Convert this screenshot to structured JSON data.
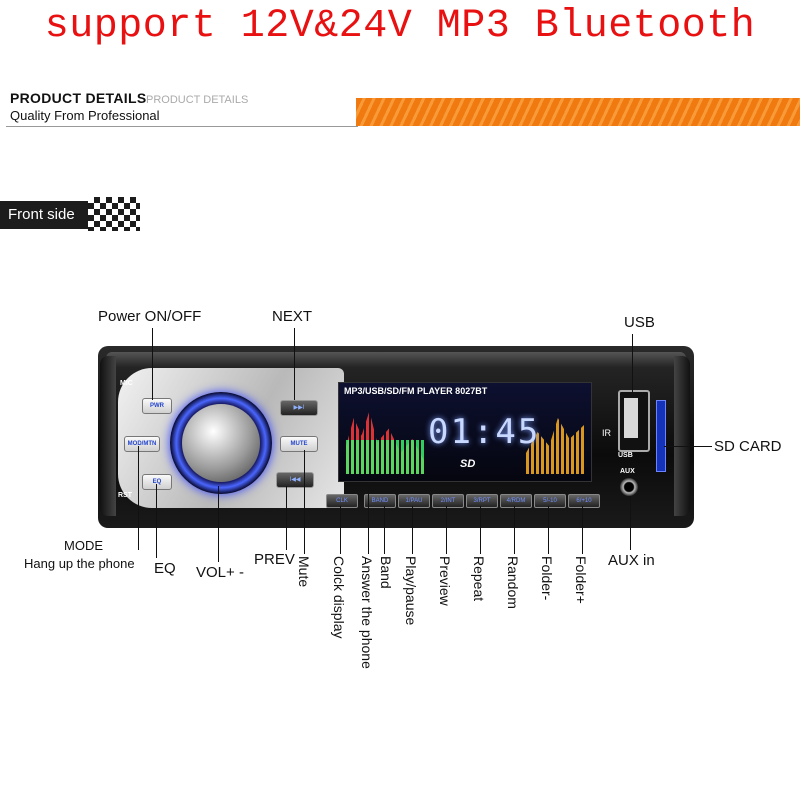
{
  "headline": "support 12V&24V MP3 Bluetooth",
  "product_details": {
    "title": "PRODUCT DETAILS",
    "subtitle": "PRODUCT DETAILS",
    "tagline": "Quality From Professional"
  },
  "front_side_label": "Front side",
  "device": {
    "display_title": "MP3/USB/SD/FM PLAYER  8027BT",
    "clock": "01:45",
    "sd_logo": "SD",
    "ir": "IR",
    "mic": "MIC",
    "rst": "RST",
    "aux": "AUX",
    "usb_mark": "USB",
    "buttons": {
      "pwr": "PWR",
      "mod": "MOD/MTN",
      "eq": "EQ",
      "next": "▶▶I",
      "mute": "MUTE",
      "prev": "I◀◀",
      "row": [
        "CLK",
        "BAND",
        "1/PAU",
        "2/INT",
        "3/RPT",
        "4/RDM",
        "5/-10",
        "6/+10"
      ]
    }
  },
  "callouts": {
    "top": {
      "power": "Power ON/OFF",
      "next": "NEXT",
      "usb": "USB",
      "sd_card": "SD CARD"
    },
    "bottom": {
      "mode": "MODE",
      "hang_up": "Hang up the phone",
      "eq": "EQ",
      "vol": "VOL+ -",
      "prev": "PREV",
      "aux_in": "AUX in"
    },
    "vertical": {
      "mute": "Mute",
      "clock_display": "Colck display",
      "answer": "Answer the phone",
      "band": "Band",
      "play_pause": "Play/pause",
      "preview": "Preview",
      "repeat": "Repeat",
      "random": "Random",
      "folder_minus": "Folder-",
      "folder_plus": "Folder+"
    }
  }
}
